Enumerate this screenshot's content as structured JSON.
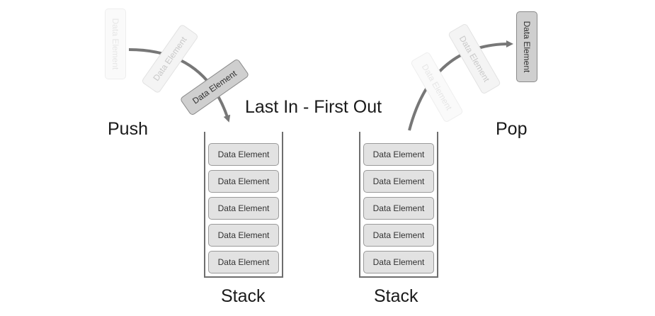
{
  "diagram": {
    "title": "Last In - First Out",
    "push_label": "Push",
    "pop_label": "Pop",
    "element_label": "Data Element",
    "left_stack": {
      "label": "Stack",
      "elements": [
        "Data Element",
        "Data Element",
        "Data Element",
        "Data Element",
        "Data Element"
      ]
    },
    "right_stack": {
      "label": "Stack",
      "elements": [
        "Data Element",
        "Data Element",
        "Data Element",
        "Data Element",
        "Data Element"
      ]
    },
    "colors": {
      "arrow": "#777777",
      "element_fill": "#e2e2e2",
      "element_border": "#9a9a9a",
      "container_border": "#6e6e6e"
    }
  }
}
